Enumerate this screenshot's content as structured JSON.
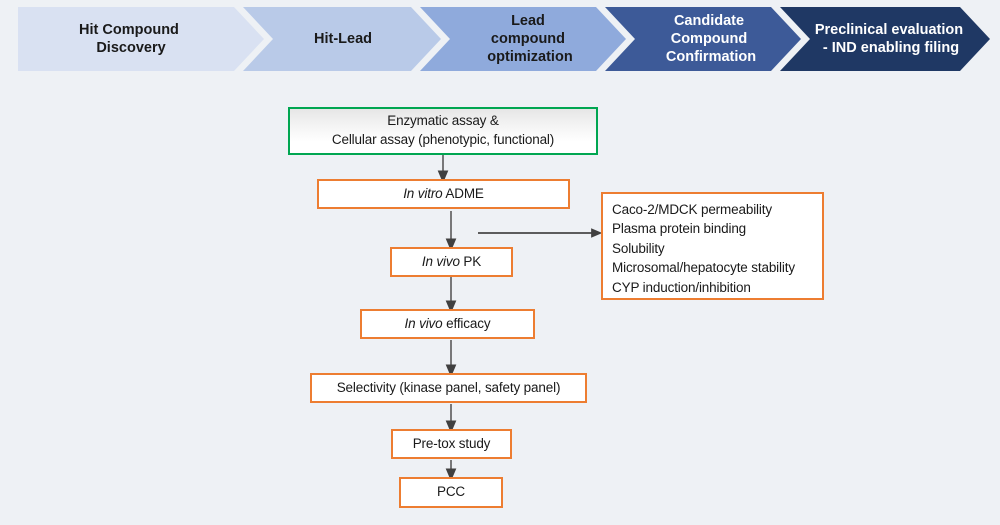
{
  "background_color": "#eef1f5",
  "banner": {
    "name": "drug-discovery-stage-banner",
    "stages": [
      {
        "label_lines": [
          "Hit Compound",
          "Discovery"
        ],
        "fill": "#d9e1f2",
        "text_color": "#1a1a1a"
      },
      {
        "label_lines": [
          "Hit-Lead"
        ],
        "fill": "#b9cae8",
        "text_color": "#1a1a1a"
      },
      {
        "label_lines": [
          "Lead",
          "compound",
          "optimization"
        ],
        "fill": "#8faadc",
        "text_color": "#1a1a1a"
      },
      {
        "label_lines": [
          "Candidate",
          "Compound",
          "Confirmation"
        ],
        "fill": "#3d5a98",
        "text_color": "#ffffff"
      },
      {
        "label_lines": [
          "Preclinical evaluation",
          "- IND enabling filing"
        ],
        "fill": "#1f3864",
        "text_color": "#ffffff"
      }
    ]
  },
  "flow": {
    "accent_orange": "#ED7D31",
    "accent_green": "#00A651",
    "nodes": [
      {
        "id": "assay",
        "name": "assay-node",
        "lines": [
          "Enzymatic assay &",
          "Cellular assay (phenotypic, functional)"
        ]
      },
      {
        "id": "invitro_adme",
        "name": "in-vitro-adme-node",
        "italic": "In vitro",
        "rest": " ADME"
      },
      {
        "id": "invivo_pk",
        "name": "in-vivo-pk-node",
        "italic": "In vivo",
        "rest": " PK"
      },
      {
        "id": "invivo_efficacy",
        "name": "in-vivo-efficacy-node",
        "italic": "In vivo",
        "rest": " efficacy"
      },
      {
        "id": "selectivity",
        "name": "selectivity-node",
        "text": "Selectivity (kinase panel, safety panel)"
      },
      {
        "id": "pretox",
        "name": "pre-tox-study-node",
        "text": "Pre-tox study"
      },
      {
        "id": "pcc",
        "name": "pcc-node",
        "text": "PCC"
      }
    ],
    "detail_box": {
      "name": "adme-assay-detail-box",
      "items": [
        "Caco-2/MDCK permeability",
        "Plasma protein binding",
        "Solubility",
        "Microsomal/hepatocyte stability",
        "CYP induction/inhibition"
      ]
    }
  }
}
